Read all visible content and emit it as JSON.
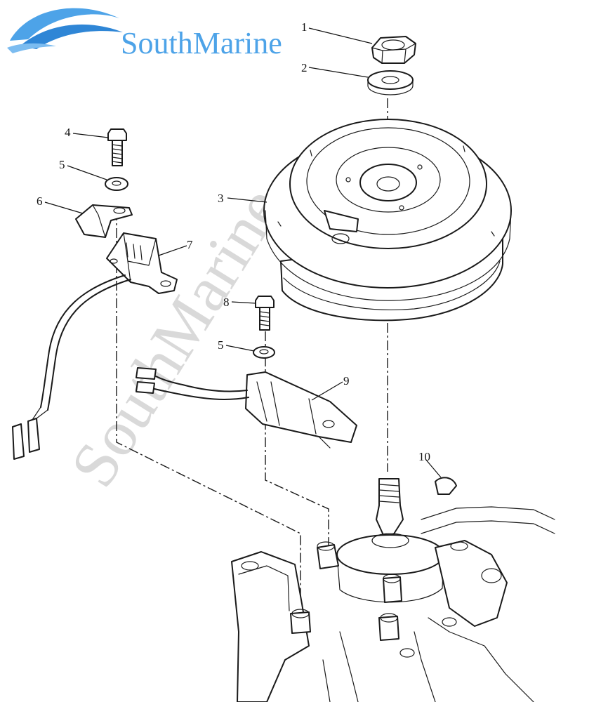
{
  "brand": {
    "name": "SouthMarine",
    "color": "#4da3e8",
    "logo_icon": "wave-swoosh-icon"
  },
  "watermark": {
    "text": "SouthMarine",
    "color": "#d9d9d9"
  },
  "callouts": [
    {
      "num": "1",
      "part": "nut"
    },
    {
      "num": "2",
      "part": "washer"
    },
    {
      "num": "3",
      "part": "flywheel"
    },
    {
      "num": "4",
      "part": "bolt"
    },
    {
      "num": "5",
      "part": "washer"
    },
    {
      "num": "6",
      "part": "clamp"
    },
    {
      "num": "7",
      "part": "pulser-coil"
    },
    {
      "num": "8",
      "part": "bolt"
    },
    {
      "num": "5",
      "part": "washer"
    },
    {
      "num": "9",
      "part": "charge-coil"
    },
    {
      "num": "10",
      "part": "woodruff-key"
    }
  ]
}
